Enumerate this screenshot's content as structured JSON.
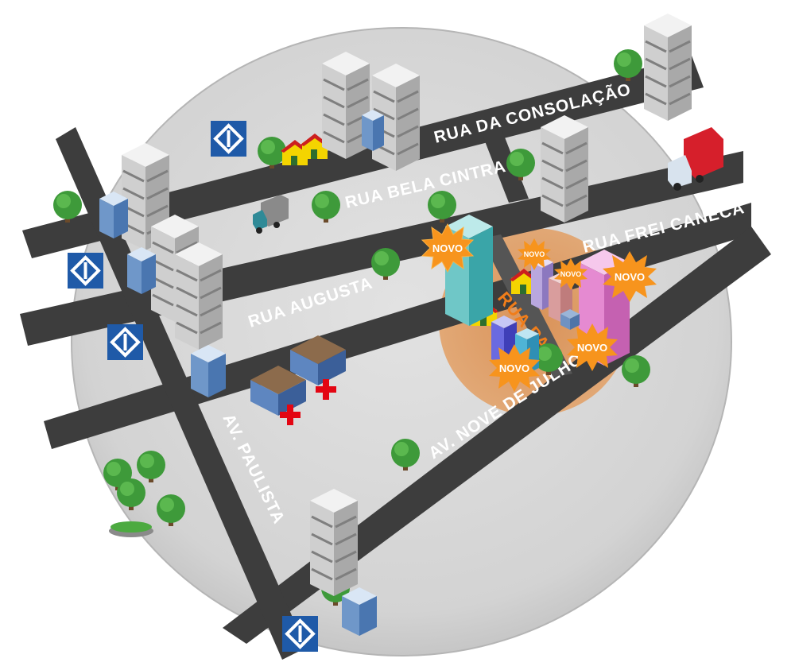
{
  "map": {
    "streets": {
      "consolacao": "RUA DA CONSOLAÇÃO",
      "bela_cintra": "RUA BELA CINTRA",
      "frei_caneca": "RUA FREI CANECA",
      "augusta": "RUA AUGUSTA",
      "paulista": "AV. PAULISTA",
      "nove_de_julho": "AV. NOVE DE JULHO",
      "paim": "RUA PAIM"
    },
    "badges": {
      "novo": "NOVO"
    },
    "metro_icon": "metro-station-icon",
    "hospital_icon": "hospital-cross-icon",
    "colors": {
      "background_disc": "#d7d7d7",
      "road": "#3e3e3e",
      "highlight_area": "#e8a060",
      "novo_burst": "#f7941d",
      "metro_blue": "#1f5aa8",
      "hospital_red": "#e30613"
    }
  }
}
